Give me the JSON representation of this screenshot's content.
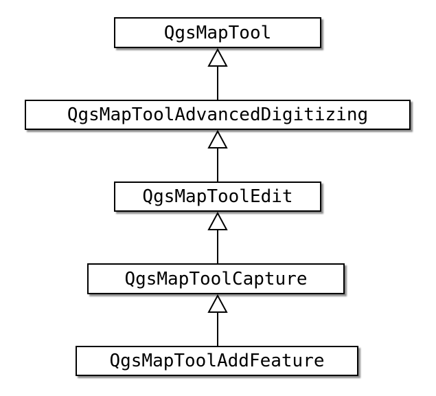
{
  "diagram": {
    "classes": [
      {
        "id": "c0",
        "name": "QgsMapTool"
      },
      {
        "id": "c1",
        "name": "QgsMapToolAdvancedDigitizing"
      },
      {
        "id": "c2",
        "name": "QgsMapToolEdit"
      },
      {
        "id": "c3",
        "name": "QgsMapToolCapture"
      },
      {
        "id": "c4",
        "name": "QgsMapToolAddFeature"
      }
    ],
    "inheritance": [
      {
        "child": "c1",
        "parent": "c0"
      },
      {
        "child": "c2",
        "parent": "c1"
      },
      {
        "child": "c3",
        "parent": "c2"
      },
      {
        "child": "c4",
        "parent": "c3"
      }
    ],
    "colors": {
      "border": "#000000",
      "fill": "#ffffff",
      "text": "#000000"
    }
  }
}
